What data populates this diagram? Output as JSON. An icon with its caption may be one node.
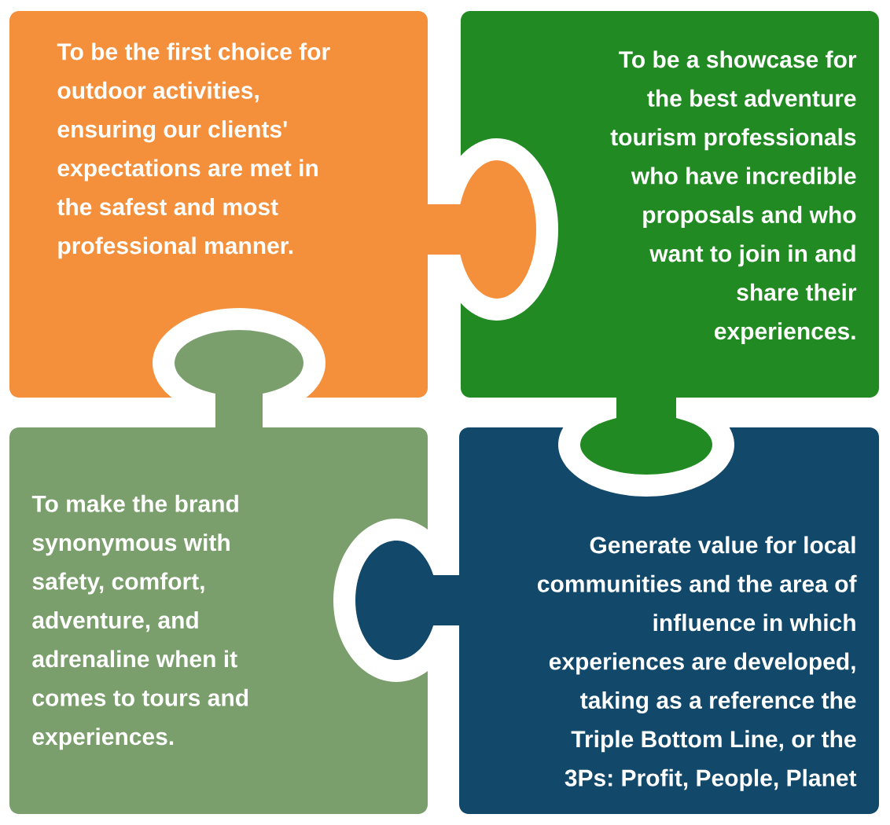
{
  "diagram": {
    "nodes": [
      {
        "text": [
          "To be the first choice for outdoor activities, ensuring our clients' expectations are met in the safest and most professional manner."
        ]
      },
      {
        "text": [
          "To be a showcase for the best adventure tourism professionals who have incredible proposals and who want to join in and share their experiences."
        ]
      },
      {
        "text": [
          "To make the brand synonymous with safety, comfort, adventure, and adrenaline when it comes to tours and experiences."
        ]
      },
      {
        "text": [
          "Generate value for local communities and the area of influence in which experiences are developed, taking as a reference the Triple Bottom Line, or the 3Ps: Profit, People, Planet"
        ]
      }
    ]
  }
}
